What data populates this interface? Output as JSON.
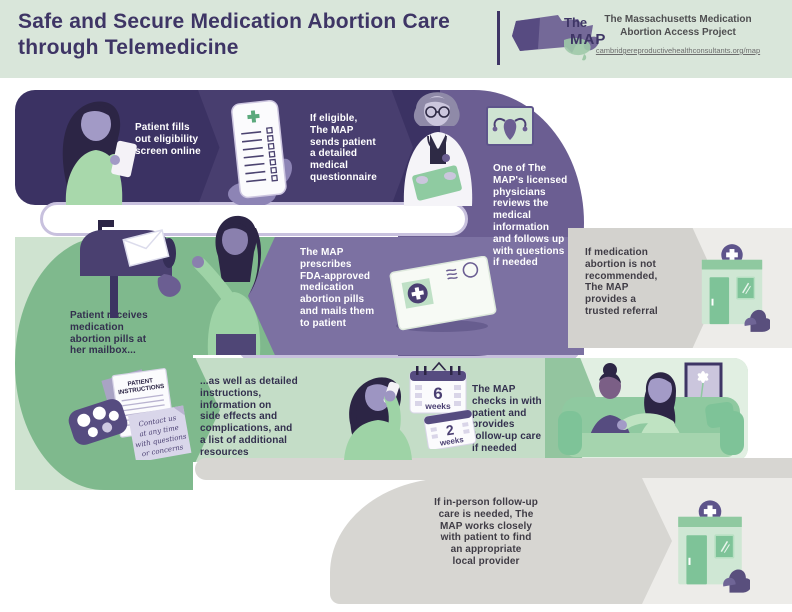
{
  "header": {
    "title_line1": "Safe and Secure Medication Abortion Care",
    "title_line2": "through Telemedicine",
    "logo": {
      "the": "The",
      "map": "MAP"
    },
    "org_line1": "The Massachusetts Medication",
    "org_line2": "Abortion Access Project",
    "link": "cambridgereproductivehealthconsultants.org/map"
  },
  "flow": {
    "step1": "Patient fills\nout eligibility\nscreen online",
    "step2": "If eligible,\nThe MAP\nsends patient\na detailed\nmedical\nquestionnaire",
    "step3": "One of The\nMAP's licensed\nphysicians\nreviews the\nmedical\ninformation\nand follows up\nwith questions\nif needed",
    "step4": "If medication\nabortion is not\nrecommended,\nThe MAP\nprovides a\ntrusted referral",
    "step5": "The MAP\nprescribes\nFDA-approved\nmedication\nabortion pills\nand mails them\nto patient",
    "step6": "Patient receives\nmedication\nabortion pills at\nher mailbox...",
    "step7": "...as well as detailed\ninstructions,\ninformation  on\nside effects and\ncomplications, and\na list of additional\nresources",
    "step8": "The MAP\nchecks in with\npatient and\nprovides\nfollow-up care\nif needed",
    "step9": "If in-person follow-up\ncare is needed, The\nMAP works closely\nwith patient to find\nan appropriate\nlocal provider"
  },
  "illustrations": {
    "patient_instructions_line1": "PATIENT",
    "patient_instructions_line2": "INSTRUCTIONS",
    "note_line1": "Contact us",
    "note_line2": "at any time",
    "note_line3": "with questions",
    "note_line4": "or concerns",
    "calendar1_number": "6",
    "calendar1_unit": "weeks",
    "calendar2_number": "2",
    "calendar2_unit": "weeks"
  },
  "colors": {
    "header_bg": "#d9e6da",
    "title_purple": "#3e3565",
    "dark_purple_band": "#3b3263",
    "medium_purple": "#6b5e92",
    "band_purple": "#7c71a2",
    "lavender": "#c8c1de",
    "green": "#7fb98d",
    "light_green_band": "#c4ddc7",
    "pale_green": "#e1efe2",
    "gray_band": "#d3d2ce",
    "light_gray": "#edece9",
    "white": "#ffffff"
  }
}
